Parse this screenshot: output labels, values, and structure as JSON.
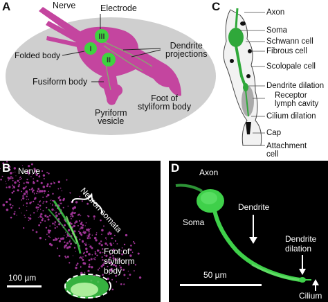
{
  "panel_a": {
    "letter": "A",
    "labels": {
      "nerve": "Nerve",
      "electrode": "Electrode",
      "folded_body": "Folded body",
      "dendrite_projections": "Dendrite\nprojections",
      "fusiform_body": "Fusiform body",
      "pyriform_vesicle": "Pyriform\nvesicle",
      "foot_styliform": "Foot of\nstyliform body"
    },
    "electrodes": [
      "I",
      "II",
      "III"
    ]
  },
  "panel_b": {
    "letter": "B",
    "labels": {
      "nerve": "Nerve",
      "neuron_somata": "Neuron somata",
      "foot_styliform": "Foot of\nstyliform\nbody"
    },
    "scale_bar": "100 µm"
  },
  "panel_c": {
    "letter": "C",
    "labels": {
      "axon": "Axon",
      "soma": "Soma",
      "schwann_cell": "Schwann cell",
      "fibrous_cell": "Fibrous cell",
      "scolopale_cell": "Scolopale cell",
      "dendrite_dilation": "Dendrite dilation",
      "receptor_lymph_cavity": "Receptor\nlymph cavity",
      "cilium_dilation": "Cilium dilation",
      "cap": "Cap",
      "attachment_cell": "Attachment\ncell"
    }
  },
  "panel_d": {
    "letter": "D",
    "labels": {
      "axon": "Axon",
      "soma": "Soma",
      "dendrite": "Dendrite",
      "dendrite_dilation": "Dendrite\ndilation",
      "cilium": "Cilium"
    },
    "scale_bar": "50 µm"
  },
  "colors": {
    "organ_magenta": "#c4459f",
    "background_ellipse": "#cfcfcf",
    "electrode_green": "#3fd33f",
    "neuron_green": "#3cc44a",
    "micrograph_bg": "#000000"
  }
}
